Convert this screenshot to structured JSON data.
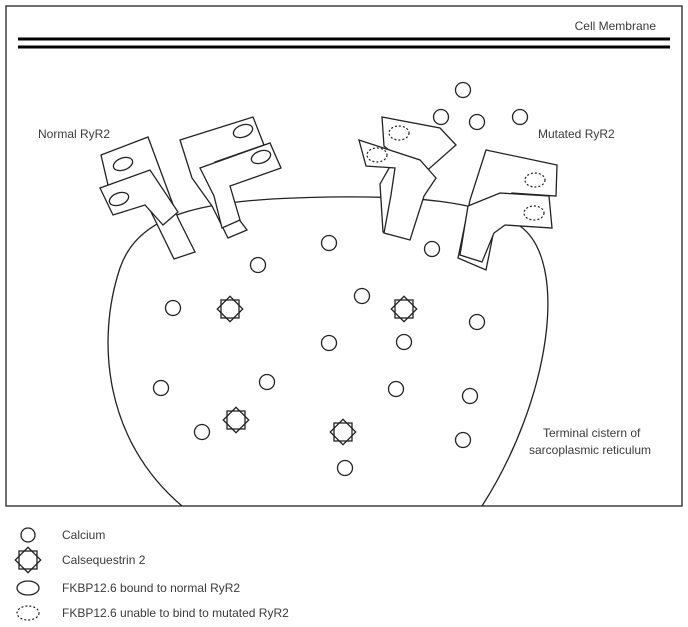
{
  "labels": {
    "cell_membrane": "Cell Membrane",
    "normal_ryr2": "Normal RyR2",
    "mutated_ryr2": "Mutated RyR2",
    "sr_line1": "Terminal cistern of",
    "sr_line2": "sarcoplasmic reticulum"
  },
  "legend": {
    "calcium": "Calcium",
    "calsequestrin": "Calsequestrin 2",
    "fkbp_bound": "FKBP12.6 bound to normal RyR2",
    "fkbp_unbound": "FKBP12.6 unable to bind to mutated RyR2"
  }
}
